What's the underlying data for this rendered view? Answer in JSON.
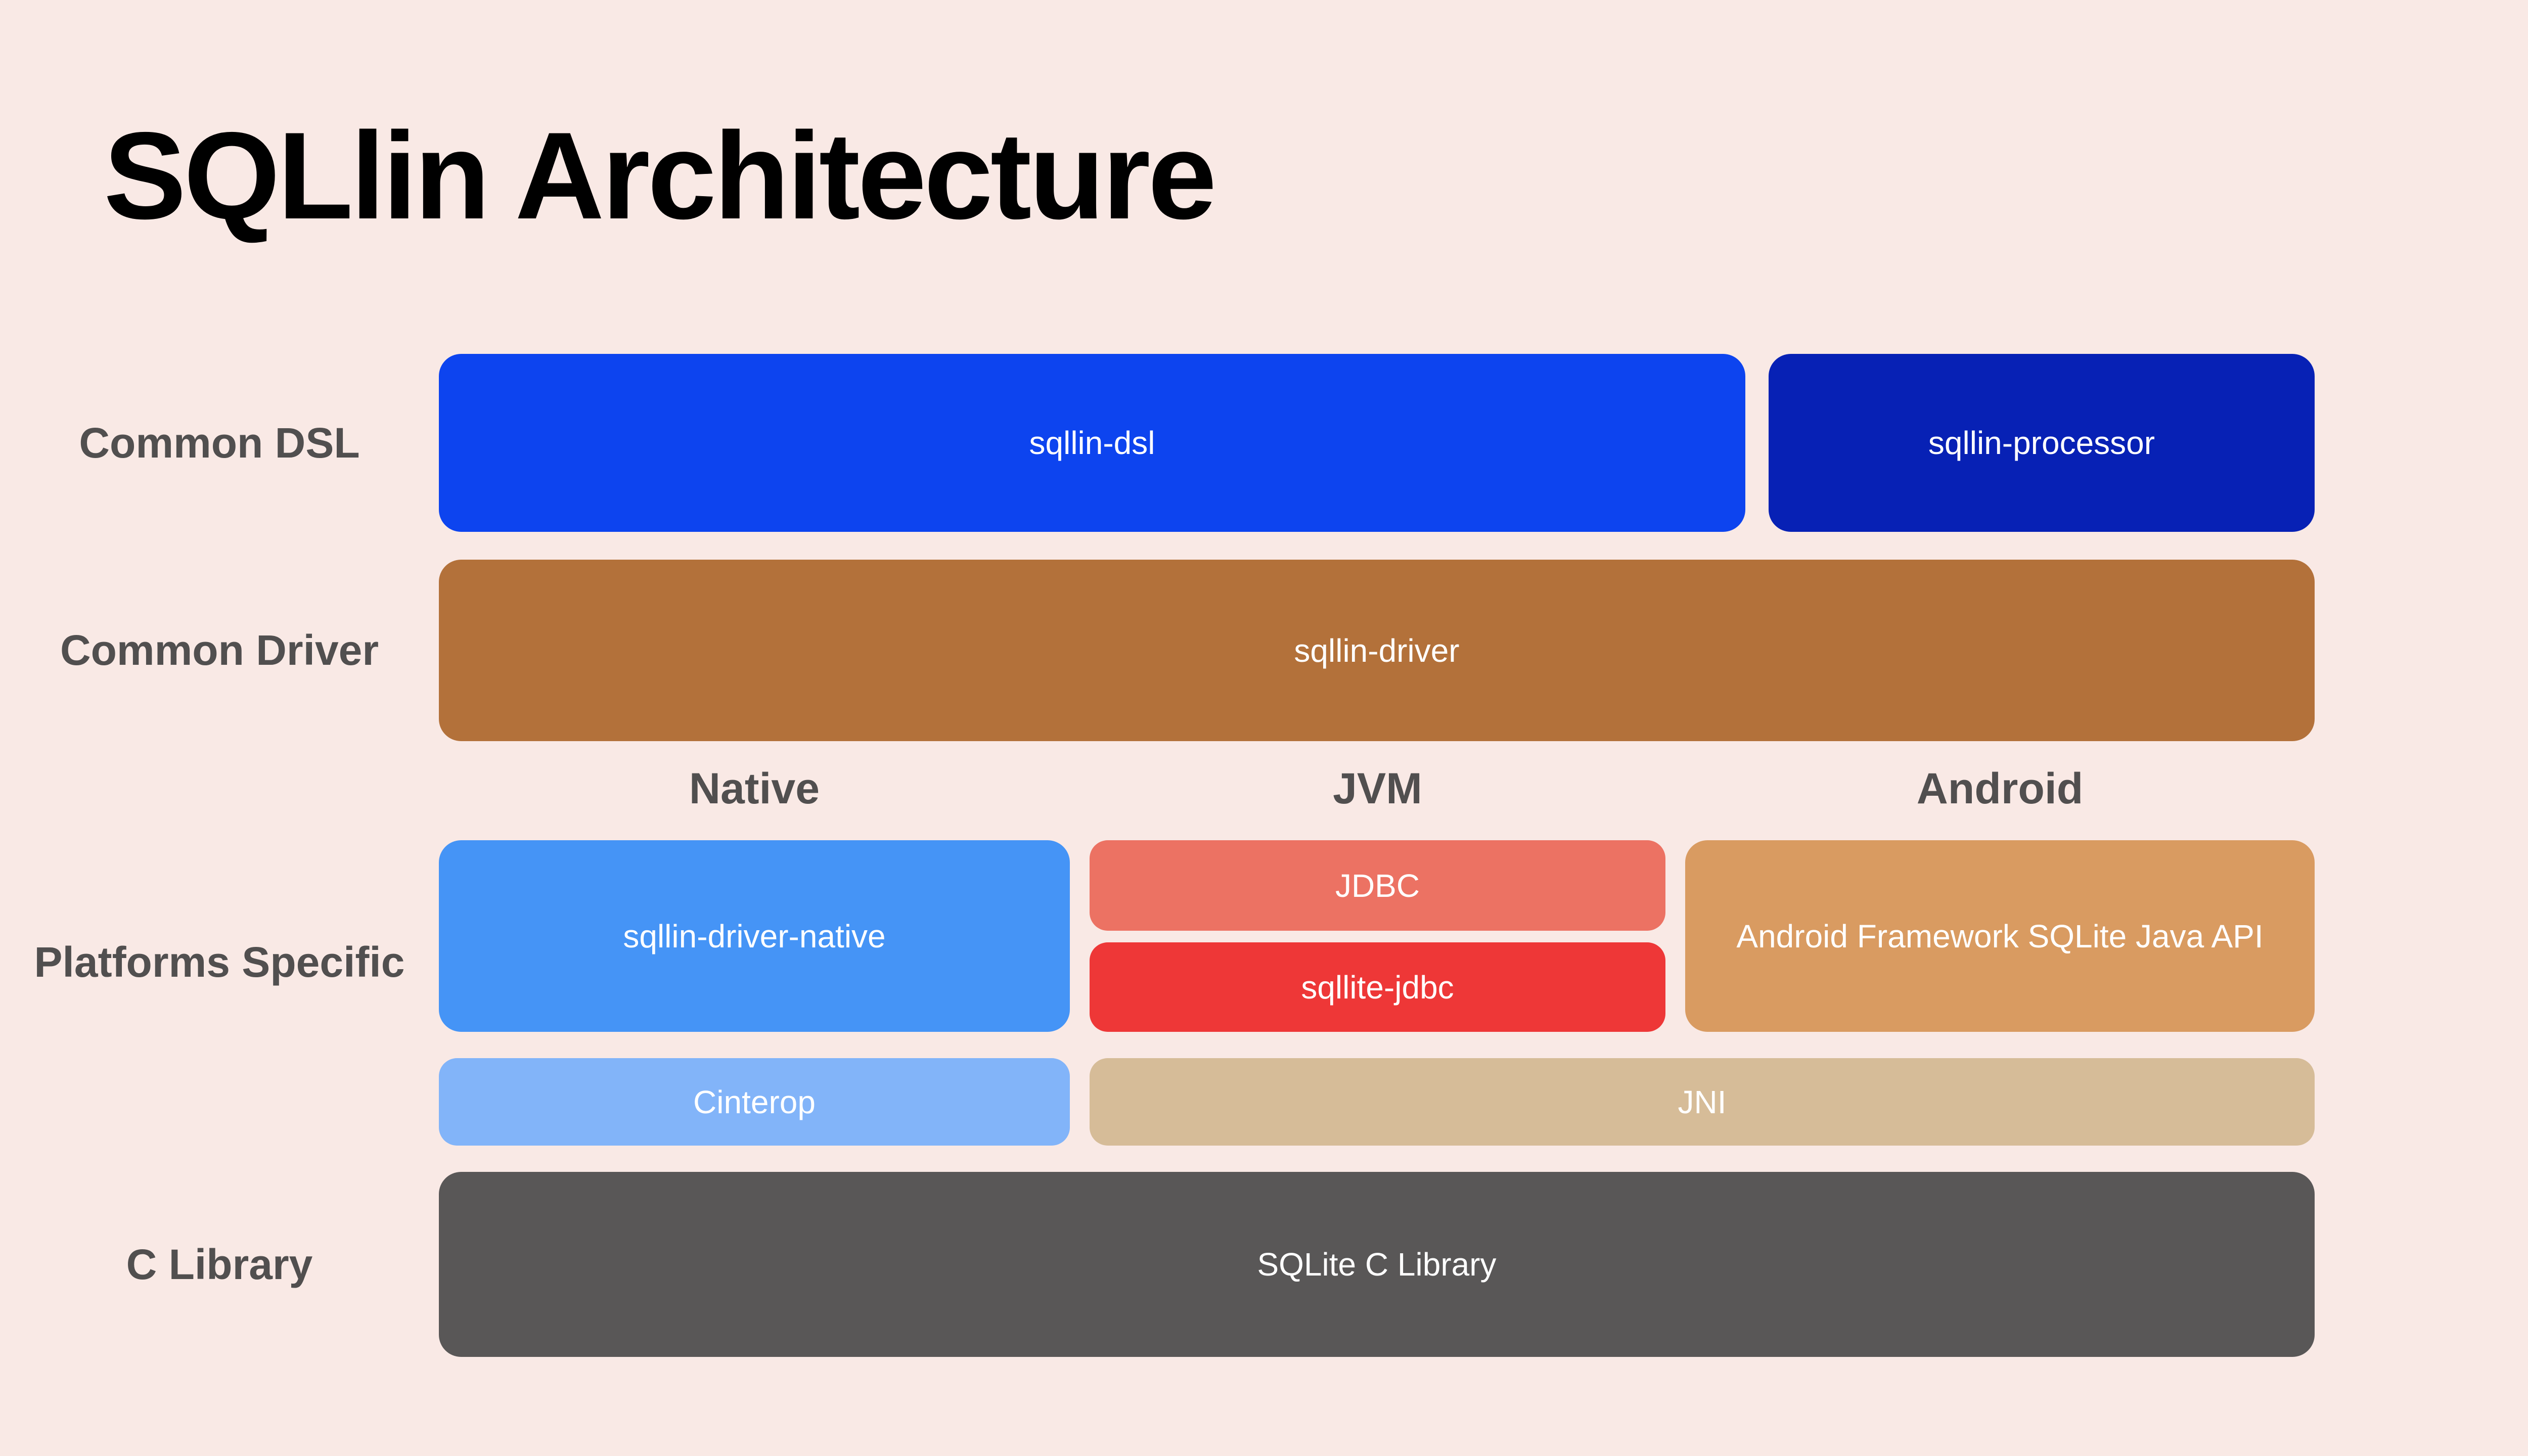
{
  "title": "SQLlin Architecture",
  "colors": {
    "background": "#f9e9e5",
    "title_text": "#000000",
    "label_text": "#514f4f",
    "box_text": "#ffffff",
    "sqllin_dsl": "#0d44ef",
    "sqllin_processor": "#0721b5",
    "sqllin_driver": "#b3713a",
    "sqllin_driver_native": "#4594f6",
    "jdbc": "#ec7263",
    "sqllite_jdbc": "#ee3737",
    "android_api": "#d99b61",
    "cinterop": "#82b4f9",
    "jni": "#d6bc98",
    "c_library": "#595757"
  },
  "layers": {
    "common_dsl": {
      "label": "Common DSL",
      "boxes": {
        "dsl": "sqllin-dsl",
        "processor": "sqllin-processor"
      }
    },
    "common_driver": {
      "label": "Common Driver",
      "box": "sqllin-driver"
    },
    "platforms": {
      "label": "Platforms Specific",
      "headers": {
        "native": "Native",
        "jvm": "JVM",
        "android": "Android"
      },
      "boxes": {
        "driver_native": "sqllin-driver-native",
        "jdbc": "JDBC",
        "sqllite_jdbc": "sqllite-jdbc",
        "android_api": "Android Framework SQLite Java API",
        "cinterop": "Cinterop",
        "jni": "JNI"
      }
    },
    "c_library": {
      "label": "C Library",
      "box": "SQLite C Library"
    }
  }
}
